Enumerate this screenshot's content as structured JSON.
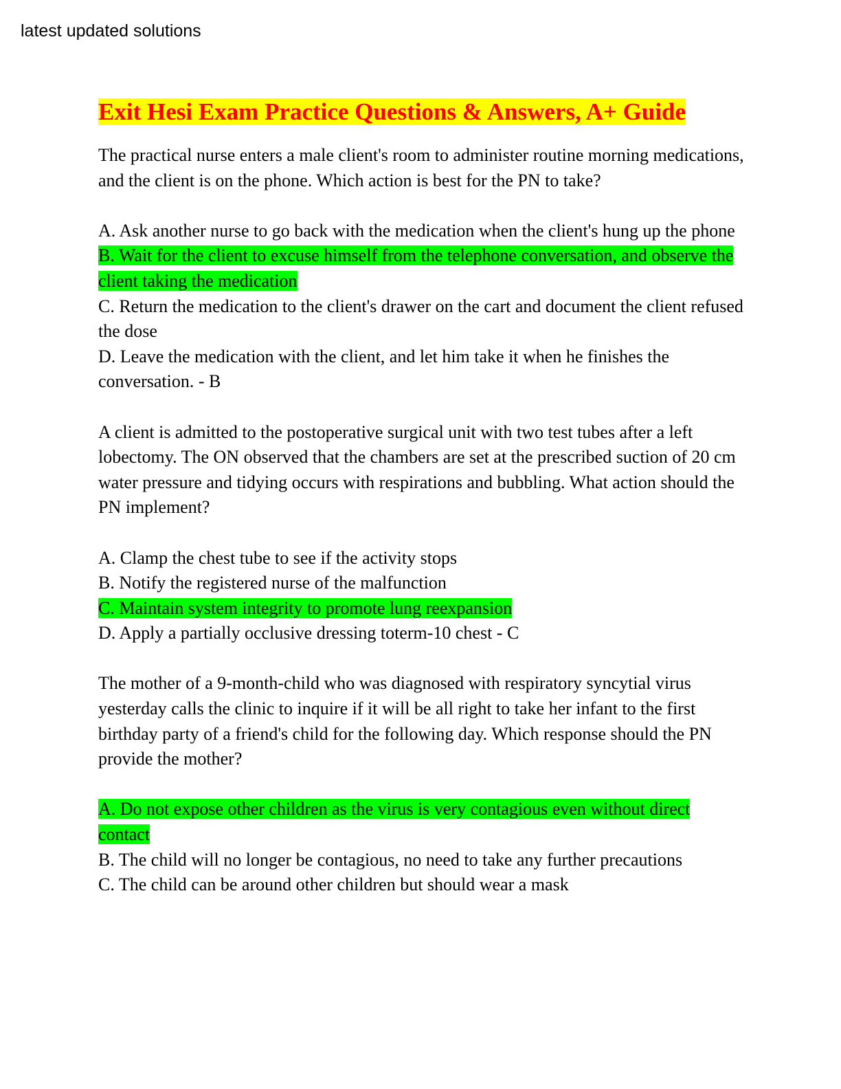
{
  "header": {
    "text": "latest updated solutions"
  },
  "document": {
    "title": "Exit Hesi Exam Practice Questions & Answers, A+ Guide",
    "questions": [
      {
        "stem": "The practical nurse enters a male client's room to administer routine morning medications, and the client is on the phone. Which action is best for the PN to take?",
        "options": [
          "A. Ask another nurse to go back with the medication when the client's hung up the phone",
          "B. Wait for the client to excuse himself from the telephone conversation, and observe the client taking the medication",
          "C. Return the medication to the client's drawer on the cart and document the client refused the dose",
          "D. Leave the medication with the client, and let him take it when he finishes the conversation. - B"
        ],
        "highlighted_option": 1
      },
      {
        "stem": "A client is admitted to the postoperative surgical unit with two test tubes after a left lobectomy. The ON observed that the chambers are set at the prescribed suction of 20 cm water pressure and tidying occurs with respirations and bubbling. What action should the PN implement?",
        "options": [
          "A. Clamp the chest tube to see if the activity stops",
          "B. Notify the registered nurse of the malfunction",
          "C. Maintain system integrity to promote lung reexpansion",
          "D. Apply a partially occlusive dressing toterm-10 chest - C"
        ],
        "highlighted_option": 2
      },
      {
        "stem": "The mother of a 9-month-child who was diagnosed with respiratory syncytial virus yesterday calls the clinic to inquire if it will be all right to take her infant to the first birthday party of a friend's child for the following day. Which response should the PN provide the mother?",
        "options": [
          "A. Do not expose other children as the virus is very contagious even without direct contact",
          "B. The child will no longer be contagious, no need to take any further precautions",
          "C. The child can be around other children but should wear a mask"
        ],
        "highlighted_option": 0
      }
    ]
  },
  "colors": {
    "title_text": "#ff0000",
    "title_highlight": "#ffff00",
    "answer_highlight": "#00ff00"
  }
}
